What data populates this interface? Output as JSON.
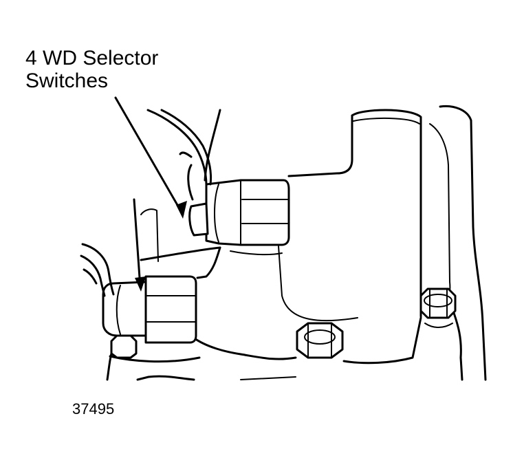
{
  "callout": {
    "line1": "4 WD Selector",
    "line2": "Switches"
  },
  "figure_number": "37495",
  "icons": [
    "transfer-case-housing",
    "selector-switch",
    "mounting-bolt",
    "wire-lead",
    "leader-arrow"
  ]
}
